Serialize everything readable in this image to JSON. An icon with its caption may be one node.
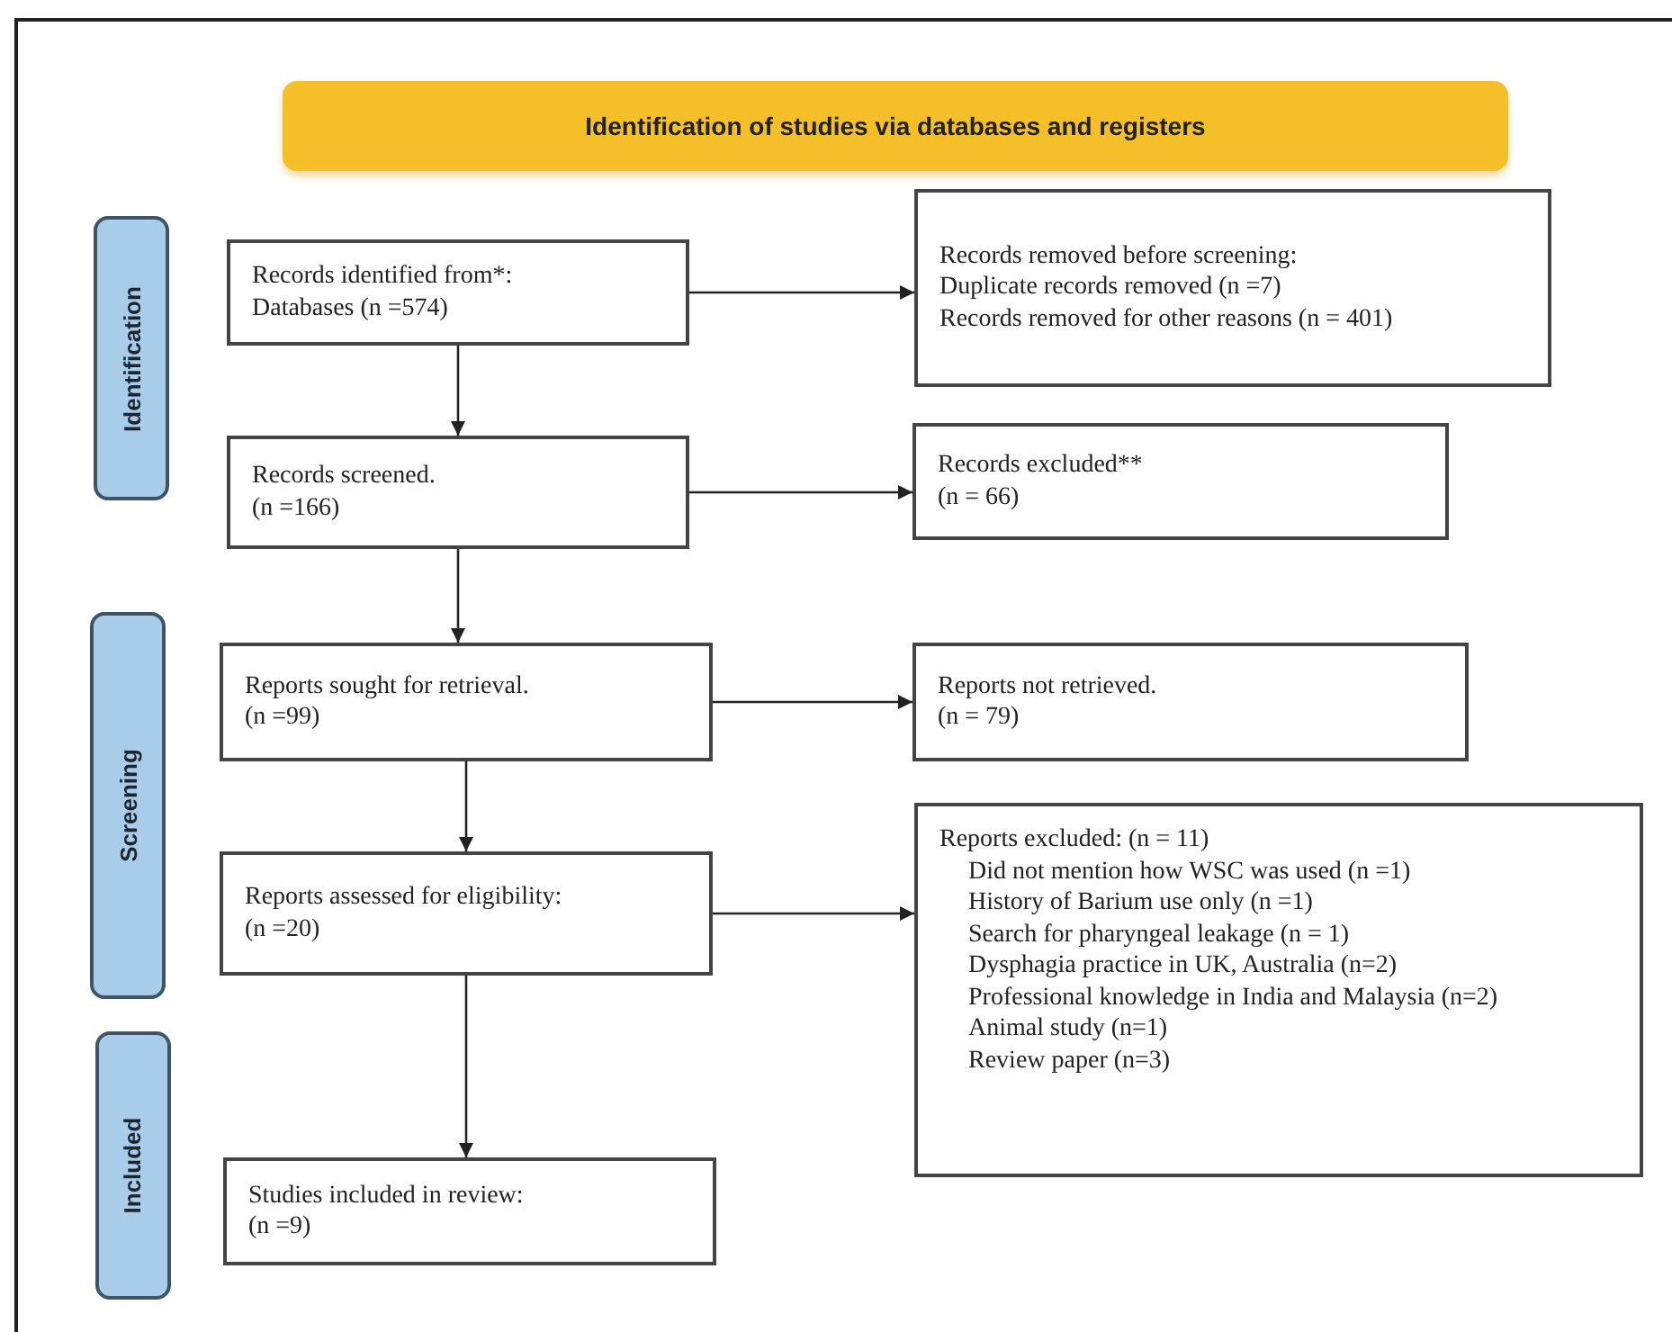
{
  "diagram": {
    "nodes": [
      {
        "text": [
          "Identification of studies via databases and registers"
        ]
      },
      {
        "text": [
          "Identification"
        ]
      },
      {
        "text": [
          "Screening"
        ]
      },
      {
        "text": [
          "Included"
        ]
      },
      {
        "text": [
          "Records identified from*:",
          "Databases (n =574)"
        ]
      },
      {
        "text": [
          "Records removed before screening:",
          "Duplicate records removed (n =7)",
          "Records removed for other reasons (n = 401)"
        ]
      },
      {
        "text": [
          "Records screened.",
          "(n =166)"
        ]
      },
      {
        "text": [
          "Records excluded**",
          "(n = 66)"
        ]
      },
      {
        "text": [
          "Reports sought for retrieval.",
          "(n =99)"
        ]
      },
      {
        "text": [
          "Reports not retrieved.",
          "(n = 79)"
        ]
      },
      {
        "text": [
          "Reports assessed for eligibility:",
          "(n =20)"
        ]
      },
      {
        "text": [
          "Reports excluded: (n = 11)",
          "Did not mention how WSC was used (n =1)",
          "History of Barium use only (n =1)",
          "Search for pharyngeal leakage (n = 1)",
          "Dysphagia practice in UK, Australia (n=2)",
          "Professional knowledge in India and Malaysia (n=2)",
          "Animal study (n=1)",
          "Review paper (n=3)"
        ]
      },
      {
        "text": [
          "Studies included in review:",
          "(n =9)"
        ]
      }
    ],
    "edges": [
      {
        "from": 4,
        "to": 5,
        "arrow": "to"
      },
      {
        "from": 4,
        "to": 6,
        "arrow": "to"
      },
      {
        "from": 6,
        "to": 7,
        "arrow": "to"
      },
      {
        "from": 6,
        "to": 8,
        "arrow": "to"
      },
      {
        "from": 8,
        "to": 9,
        "arrow": "to"
      },
      {
        "from": 8,
        "to": 10,
        "arrow": "to"
      },
      {
        "from": 10,
        "to": 11,
        "arrow": "to"
      },
      {
        "from": 10,
        "to": 12,
        "arrow": "to"
      }
    ]
  }
}
